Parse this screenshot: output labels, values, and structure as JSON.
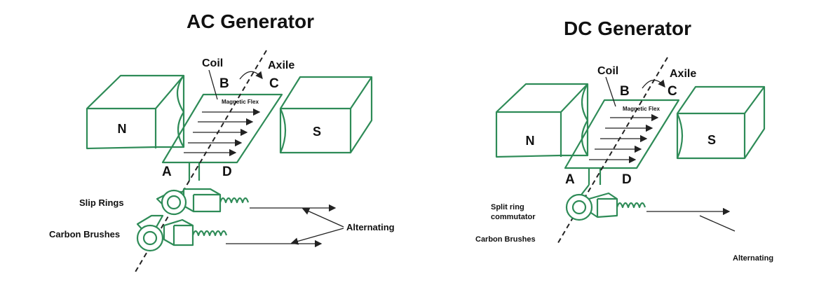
{
  "ac": {
    "title": "AC Generator",
    "pole_n": "N",
    "pole_s": "S",
    "coil": "Coil",
    "axile": "Axile",
    "b": "B",
    "c": "C",
    "a": "A",
    "d": "D",
    "magnetic_flex": "Magnetic Flex",
    "slip_rings": "Slip Rings",
    "carbon_brushes": "Carbon Brushes",
    "alternating": "Alternating"
  },
  "dc": {
    "title": "DC Generator",
    "pole_n": "N",
    "pole_s": "S",
    "coil": "Coil",
    "axile": "Axile",
    "b": "B",
    "c": "C",
    "a": "A",
    "d": "D",
    "magnetic_flex": "Magnetic Flex",
    "split_ring_line1": "Split ring",
    "split_ring_line2": "commutator",
    "carbon_brushes": "Carbon Brushes",
    "alternating": "Alternating"
  },
  "colors": {
    "accent": "#2e8b57",
    "ink": "#111111"
  }
}
